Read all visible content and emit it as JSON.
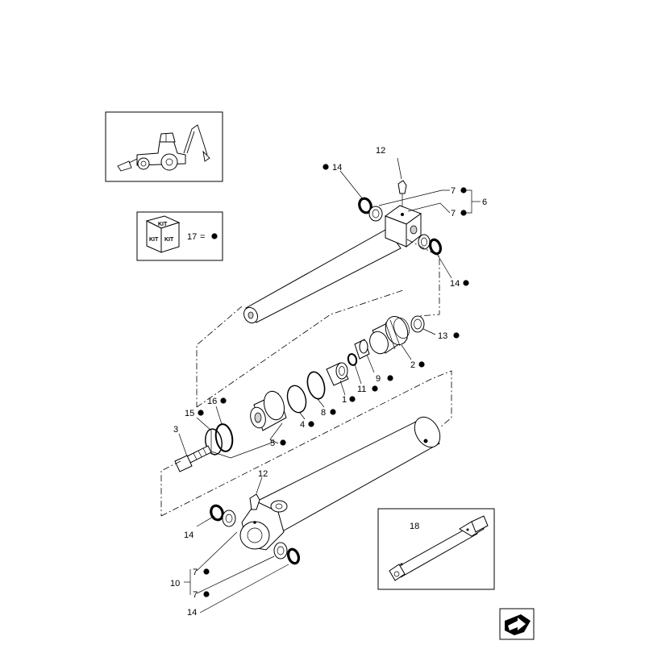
{
  "callouts": {
    "c12_top": "12",
    "c14_top": "14",
    "c7_a": "7",
    "c7_b": "7",
    "c6": "6",
    "c14_right": "14",
    "c13": "13",
    "c2": "2",
    "c9": "9",
    "c11": "11",
    "c1": "1",
    "c8": "8",
    "c4": "4",
    "c5": "5",
    "c16": "16",
    "c15": "15",
    "c3": "3",
    "c12_bottom": "12",
    "c14_left": "14",
    "c7_c": "7",
    "c10": "10",
    "c7_d": "7",
    "c14_bottom": "14",
    "c18": "18"
  },
  "kit_legend": {
    "number": "17",
    "equals": "=",
    "kit_label_top": "KIT",
    "kit_label_left": "KIT",
    "kit_label_right": "KIT"
  },
  "icons": [
    "backhoe-loader-icon",
    "kit-box-icon",
    "next-page-arrow-icon"
  ]
}
